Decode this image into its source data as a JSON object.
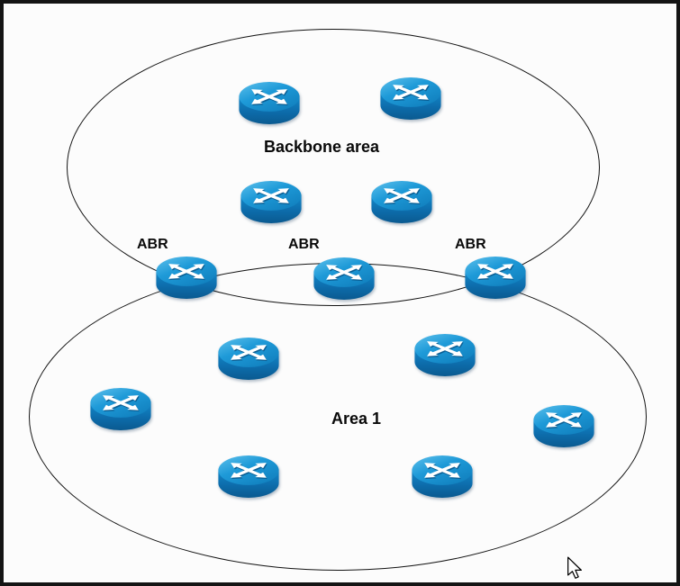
{
  "diagram": {
    "backbone_area": {
      "label": "Backbone area",
      "router_count": 4
    },
    "abr": {
      "label": "ABR",
      "count": 3
    },
    "area_1": {
      "label": "Area 1",
      "router_count": 6
    },
    "colors": {
      "router_blue": "#1e9ad8",
      "router_blue_dark": "#0d6cab",
      "outline": "#141414",
      "background": "#fcfcfc"
    }
  },
  "cursor": {
    "icon": "arrow-pointer"
  }
}
